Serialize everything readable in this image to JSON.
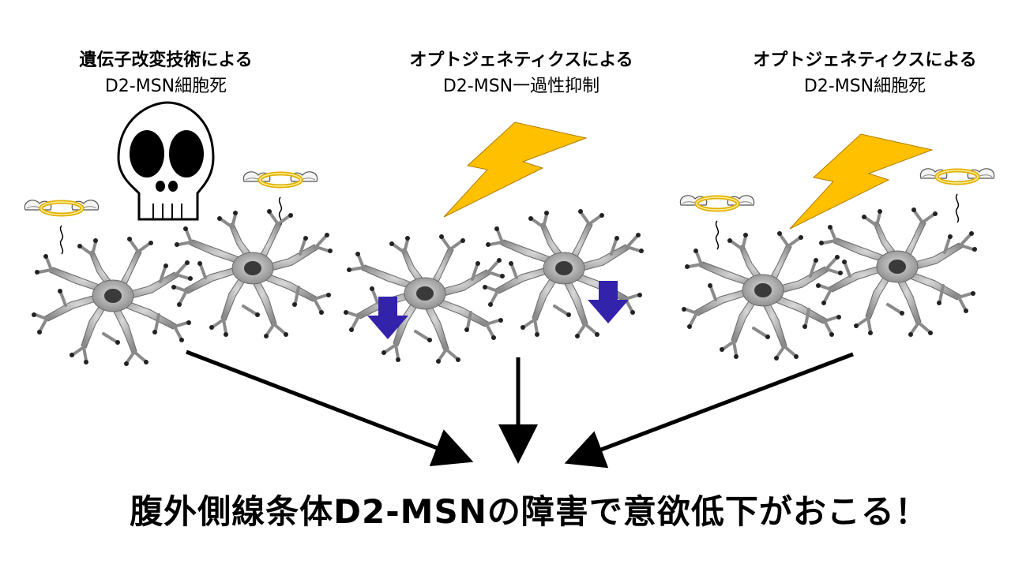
{
  "panels": [
    {
      "line1": "遺伝子改変技術による",
      "line2": "D2-MSN細胞死",
      "icon": "skull-icon"
    },
    {
      "line1": "オプトジェネティクスによる",
      "line2": "D2-MSN一過性抑制",
      "icon": "lightning-icon"
    },
    {
      "line1": "オプトジェネティクスによる",
      "line2": "D2-MSN細胞死",
      "icon": "lightning-icon"
    }
  ],
  "conclusion": "腹外側線条体D2-MSNの障害で意欲低下がおこる！",
  "colors": {
    "lightning": "#ffc000",
    "lightning_stroke": "#b07d00",
    "halo": "#f2c200",
    "down_arrow": "#3322aa",
    "neuron_fill": "#a8a8a8",
    "neuron_nucleus": "#3a3a3a",
    "arrow": "#000000"
  }
}
